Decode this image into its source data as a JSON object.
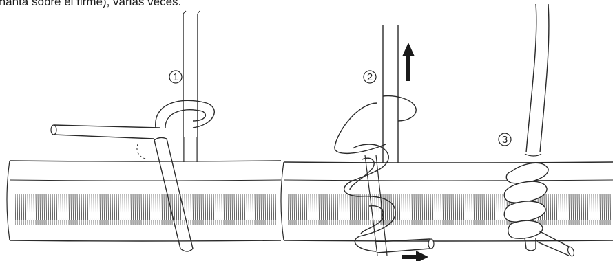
{
  "caption": "manta sobre el firme), varias veces.",
  "steps": [
    {
      "label": "1"
    },
    {
      "label": "2"
    },
    {
      "label": "3"
    }
  ],
  "colors": {
    "ink": "#2a2a2a",
    "paper": "#ffffff",
    "hatch": "#555555"
  }
}
